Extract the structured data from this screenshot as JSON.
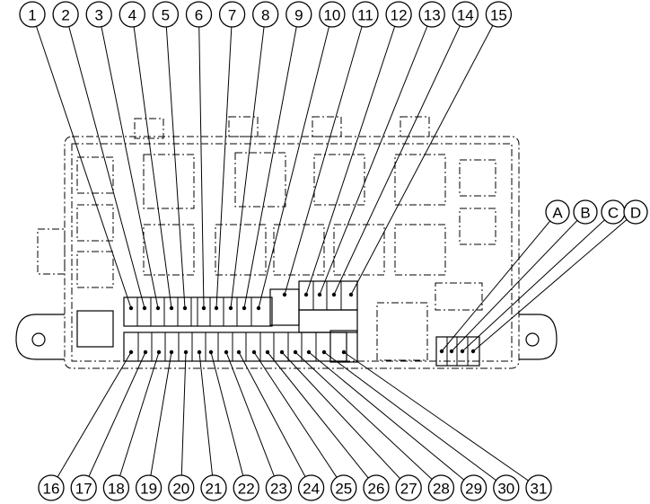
{
  "diagram": {
    "top_callouts": [
      "1",
      "2",
      "3",
      "4",
      "5",
      "6",
      "7",
      "8",
      "9",
      "10",
      "11",
      "12",
      "13",
      "14",
      "15"
    ],
    "bottom_callouts": [
      "16",
      "17",
      "18",
      "19",
      "20",
      "21",
      "22",
      "23",
      "24",
      "25",
      "26",
      "27",
      "28",
      "29",
      "30",
      "31"
    ],
    "relay_callouts": [
      "A",
      "B",
      "C",
      "D"
    ]
  }
}
